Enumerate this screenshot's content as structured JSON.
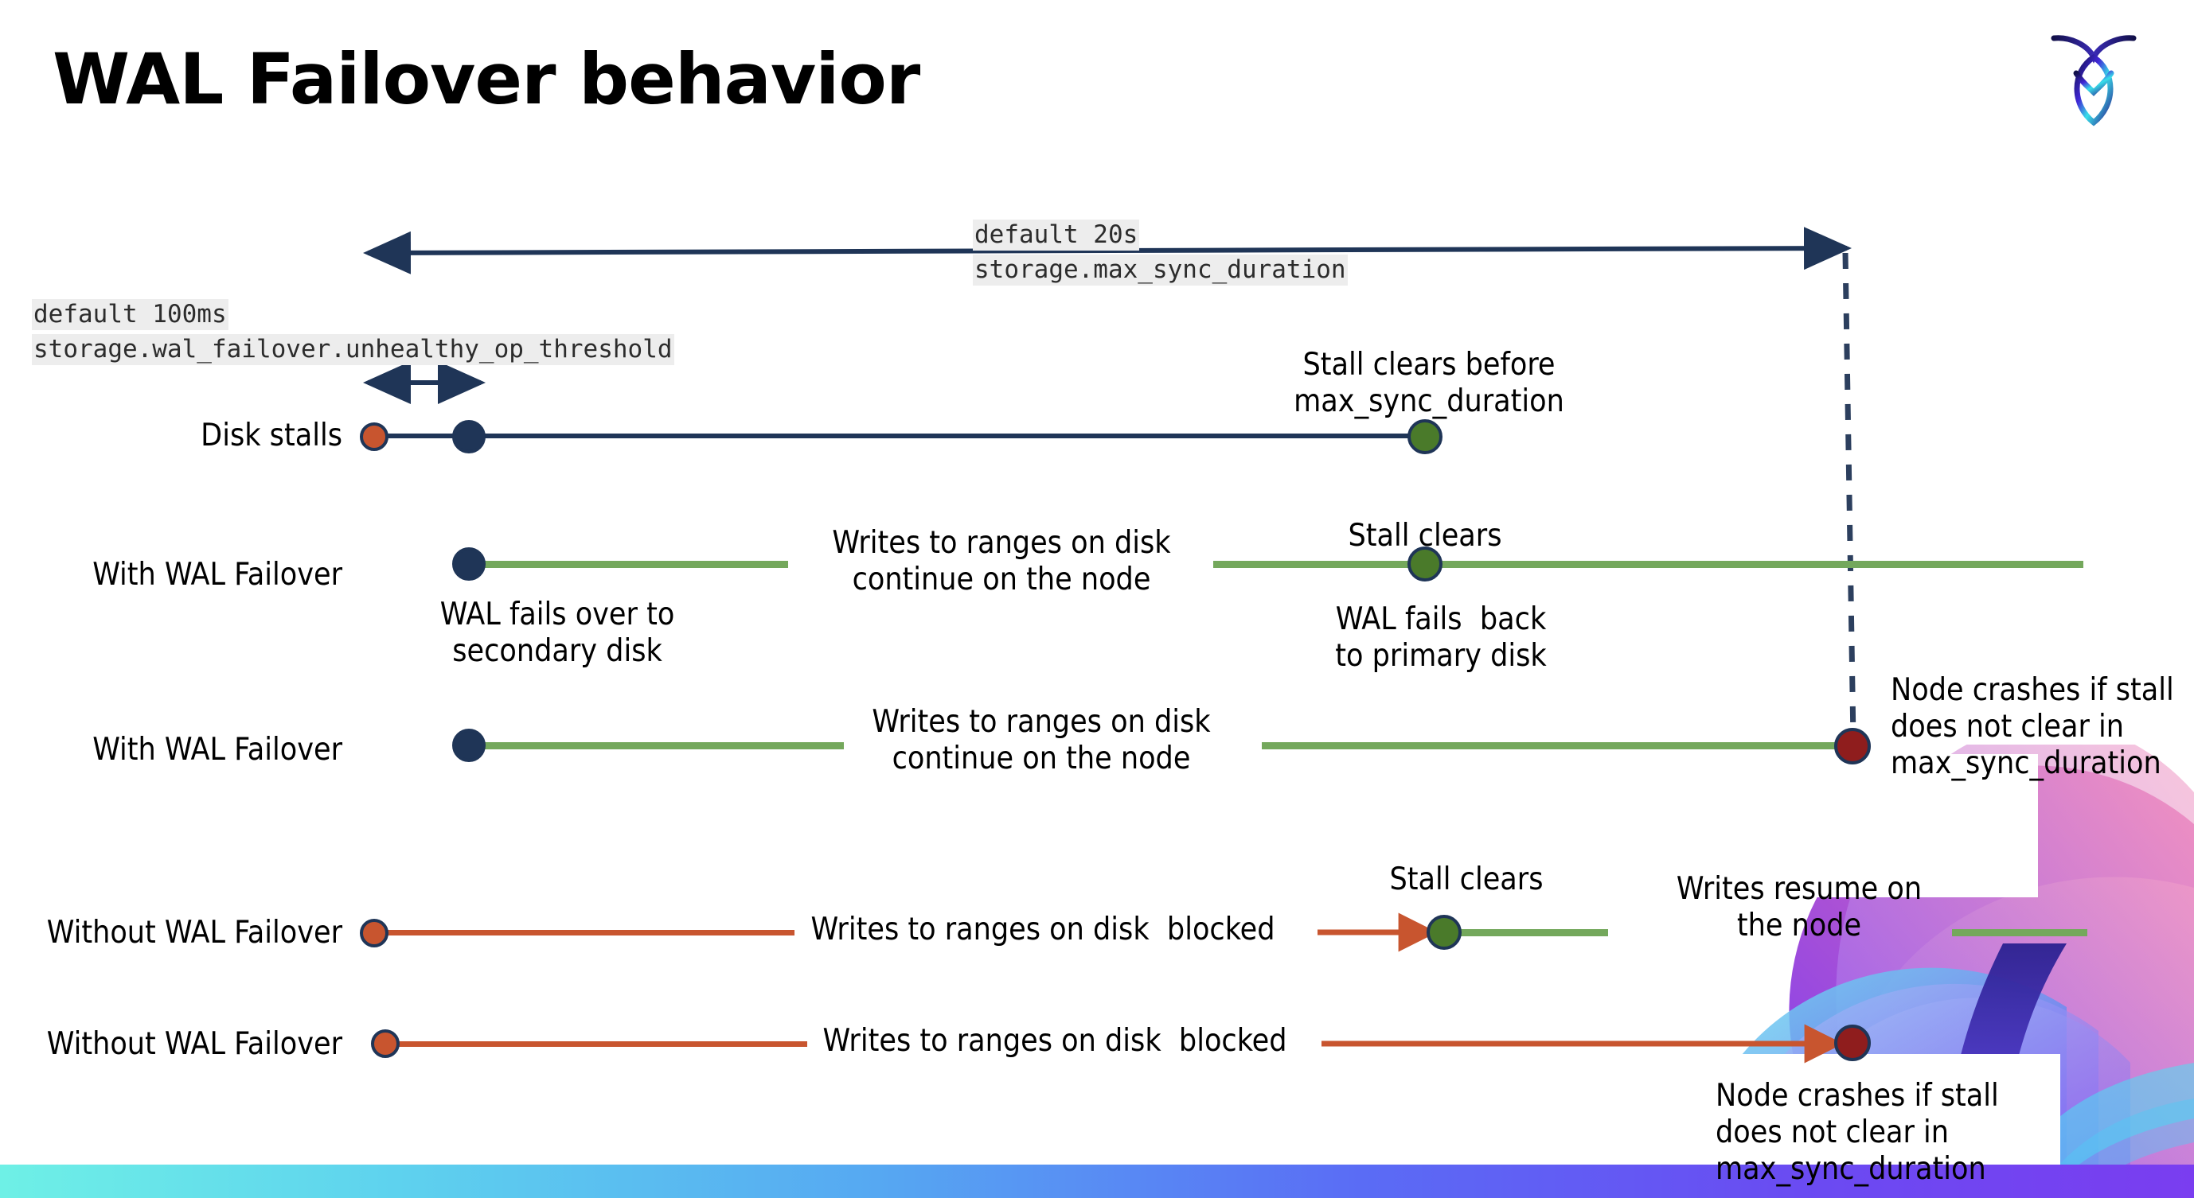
{
  "slide": {
    "title": "WAL Failover behavior",
    "logo_name": "cockroachdb-logo"
  },
  "settings": {
    "max_sync": {
      "default": "default 20s",
      "name": "storage.max_sync_duration"
    },
    "unhealthy": {
      "default": "default 100ms",
      "name": "storage.wal_failover.unhealthy_op_threshold"
    }
  },
  "rows": [
    {
      "label": "Disk stalls",
      "annotations": [
        "Stall clears before",
        "max_sync_duration"
      ]
    },
    {
      "label": "With WAL Failover",
      "mid_note_line1": "Writes to ranges on disk",
      "mid_note_line2": "continue on the node",
      "stall_clears": "Stall clears",
      "below_left_line1": "WAL fails over to",
      "below_left_line2": "secondary disk",
      "below_right_line1": "WAL fails  back",
      "below_right_line2": "to primary disk"
    },
    {
      "label": "With WAL Failover",
      "mid_note_line1": "Writes to ranges on disk",
      "mid_note_line2": "continue on the node",
      "crash_note_line1": "Node crashes if stall",
      "crash_note_line2": "does not clear in",
      "crash_note_line3": "max_sync_duration"
    },
    {
      "label": "Without WAL Failover",
      "mid_note": "Writes to ranges on disk  blocked",
      "stall_clears": "Stall clears",
      "resume_line1": "Writes resume on",
      "resume_line2": "the node"
    },
    {
      "label": "Without WAL Failover",
      "mid_note": "Writes to ranges on disk  blocked",
      "crash_note_line1": "Node crashes if stall",
      "crash_note_line2": "does not clear in",
      "crash_note_line3": "max_sync_duration"
    }
  ],
  "colors": {
    "navy": "#1f3557",
    "green_line": "#74a85c",
    "green_dot": "#4a7a2a",
    "orange": "#c8552f",
    "dark_red": "#8f1d1d",
    "chip_bg": "#ededed"
  },
  "icons": {
    "arrow_left_right": "double-arrow-icon",
    "dashed_connector": "dashed-line-icon"
  }
}
